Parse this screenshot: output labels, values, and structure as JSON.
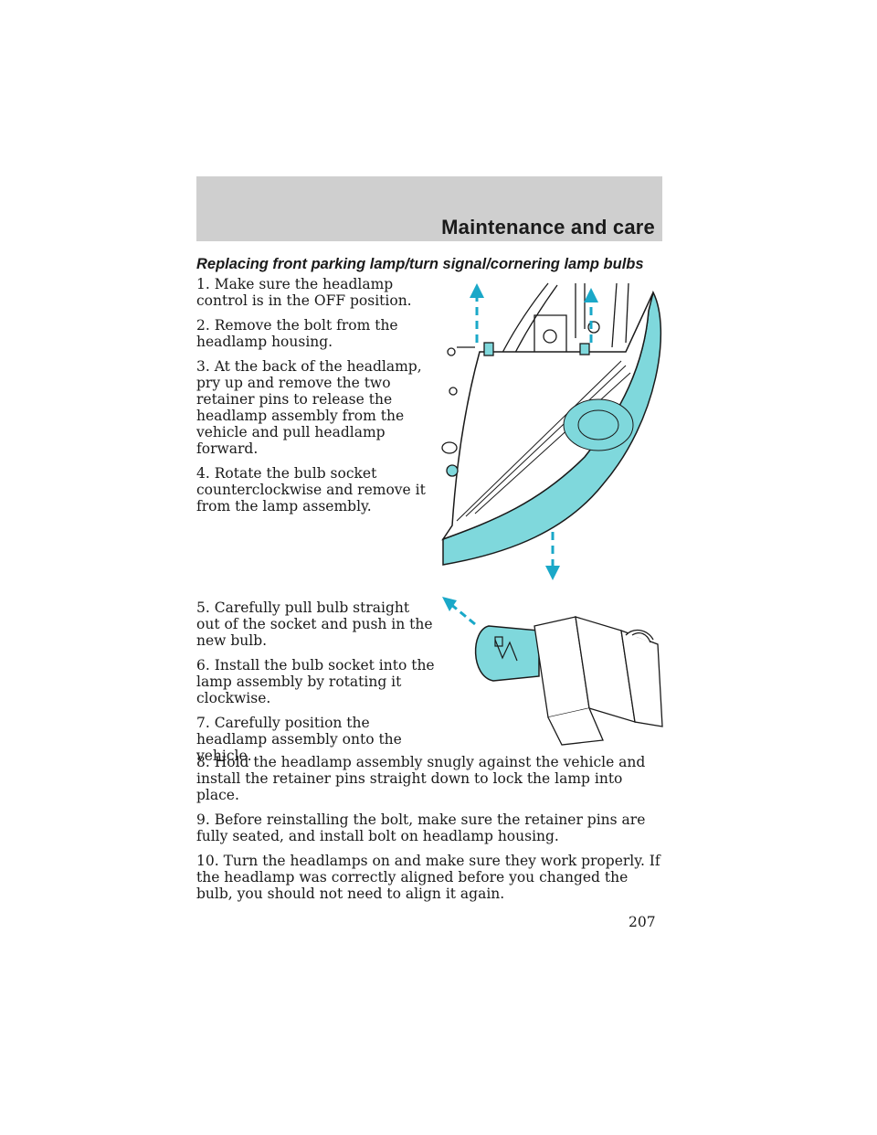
{
  "header": {
    "title": "Maintenance and care"
  },
  "section": {
    "heading": "Replacing front parking lamp/turn signal/cornering lamp bulbs"
  },
  "steps": [
    "1. Make sure the headlamp control is in the OFF position.",
    "2. Remove the bolt from the headlamp housing.",
    "3. At the back of the headlamp, pry up and remove the two retainer pins to release the headlamp assembly from the vehicle and pull headlamp forward.",
    "4. Rotate the bulb socket counterclockwise and remove it from the lamp assembly.",
    "5. Carefully pull bulb straight out of the socket and push in the new bulb.",
    "6. Install the bulb socket into the lamp assembly by rotating it clockwise.",
    "7. Carefully position the headlamp assembly onto the vehicle.",
    "8. Hold the headlamp assembly snugly against the vehicle and install the retainer pins straight down to lock the lamp into place.",
    "9. Before reinstalling the bolt, make sure the retainer pins are fully seated, and install bolt on headlamp housing.",
    "10. Turn the headlamps on and make sure they work properly. If the headlamp was correctly aligned before you changed the bulb, you should not need to align it again."
  ],
  "page_number": "207",
  "colors": {
    "header_band": "#cfcfcf",
    "lamp_lens": "#7fd8dc",
    "arrow": "#1aa8c8"
  }
}
